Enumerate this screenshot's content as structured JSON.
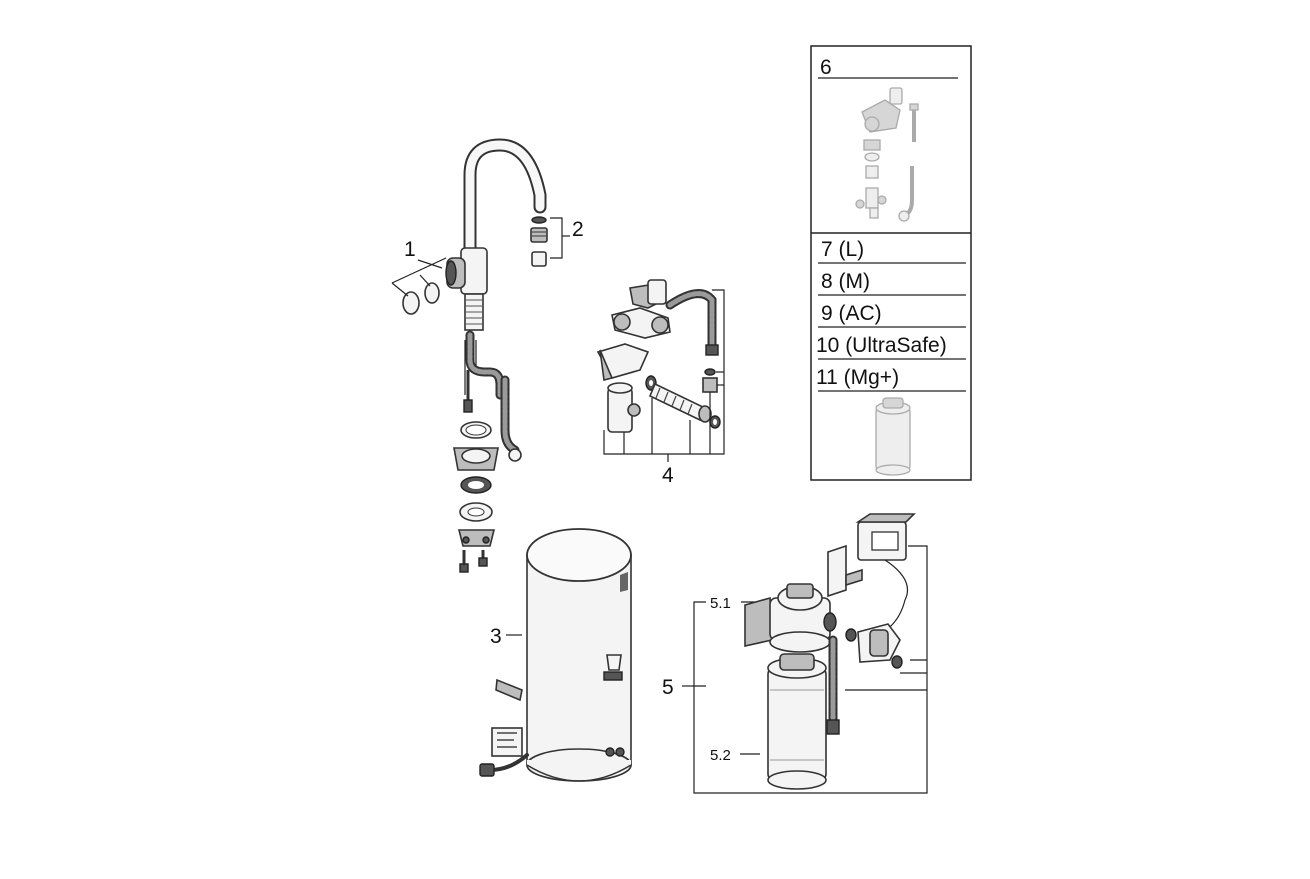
{
  "labels": {
    "faucet": "1",
    "aerator": "2",
    "boiler": "3",
    "valve_kit": "4",
    "filter_set": "5",
    "filter_head": "5.1",
    "filter_cartridge": "5.2",
    "alt_valve_kit": "6"
  },
  "filter_options": [
    "7 (L)",
    "8 (M)",
    "9 (AC)",
    "10 (UltraSafe)",
    "11 (Mg+)"
  ]
}
